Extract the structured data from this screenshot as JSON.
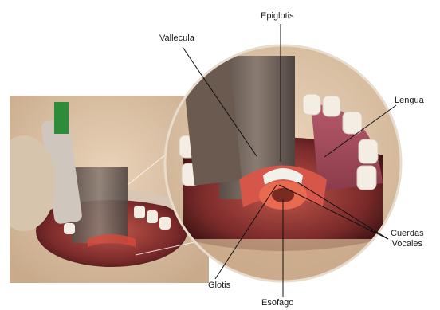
{
  "labels": {
    "epiglotis": "Epiglotis",
    "vallecula": "Vallecula",
    "lengua": "Lengua",
    "cuerdas_line1": "Cuerdas",
    "cuerdas_line2": "Vocales",
    "glotis": "Glotis",
    "esofago": "Esofago"
  }
}
